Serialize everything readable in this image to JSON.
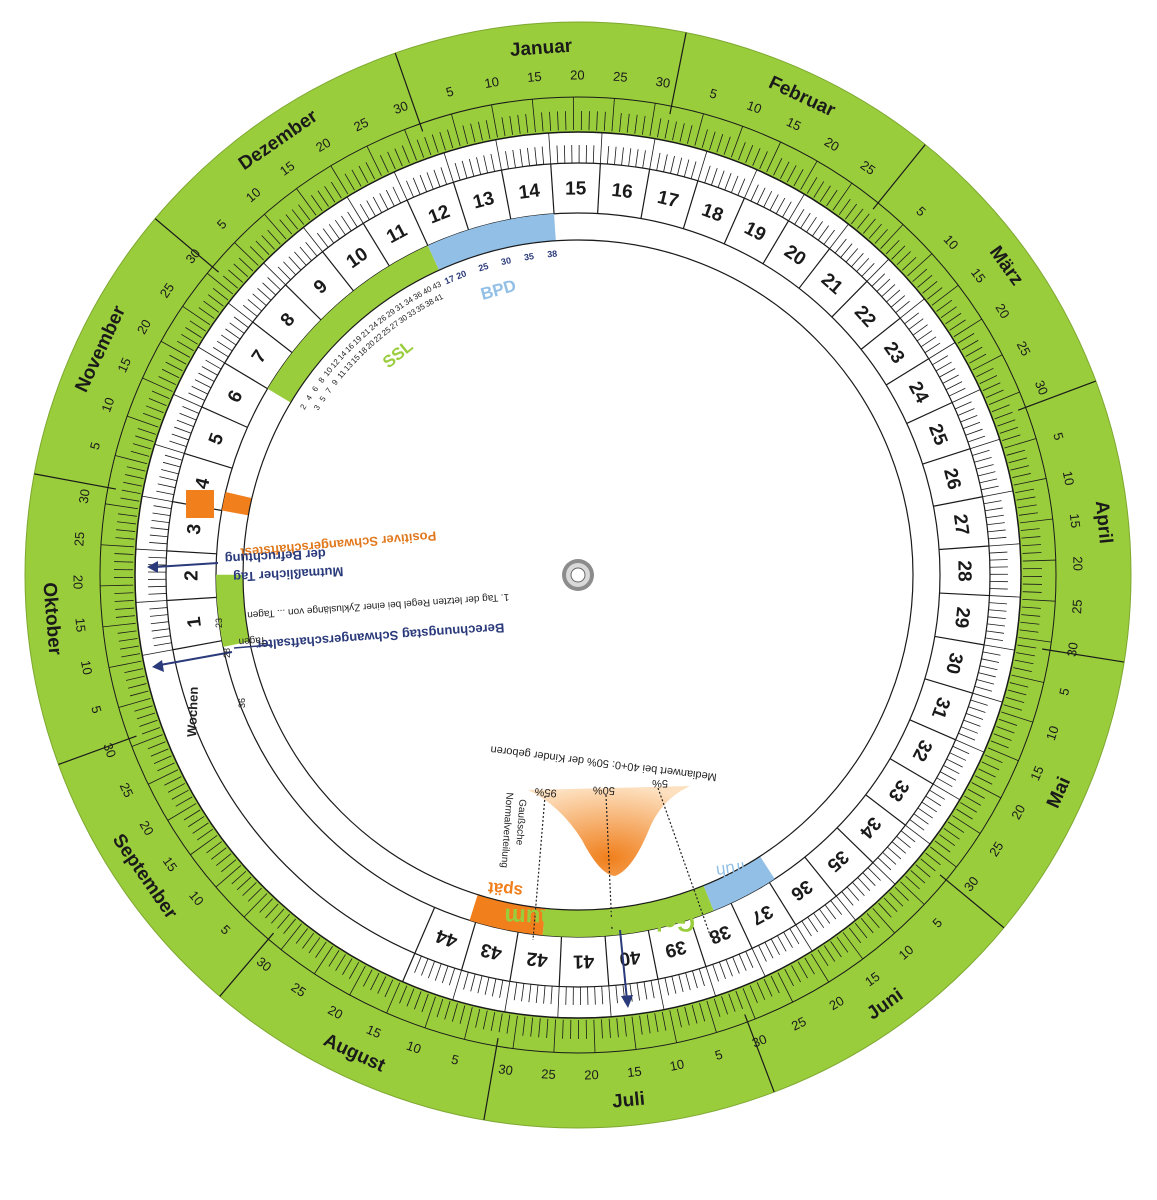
{
  "months": [
    "Januar",
    "Februar",
    "März",
    "April",
    "Mai",
    "Juni",
    "Juli",
    "August",
    "September",
    "Oktober",
    "November",
    "Dezember"
  ],
  "month_day_labels": [
    "5",
    "10",
    "15",
    "20",
    "25",
    "30"
  ],
  "weeks": [
    "1",
    "2",
    "3",
    "4",
    "5",
    "6",
    "7",
    "8",
    "9",
    "10",
    "11",
    "12",
    "13",
    "14",
    "15",
    "16",
    "17",
    "18",
    "19",
    "20",
    "21",
    "22",
    "23",
    "24",
    "25",
    "26",
    "27",
    "28",
    "29",
    "30",
    "31",
    "32",
    "33",
    "34",
    "35",
    "36",
    "37",
    "38",
    "39",
    "40",
    "41",
    "42",
    "43",
    "44"
  ],
  "ssl_label": "SSL",
  "ssl_values_outer": [
    "2",
    "4",
    "6",
    "8",
    "10",
    "12",
    "14",
    "16",
    "19",
    "21",
    "24",
    "26",
    "29",
    "31",
    "34",
    "36",
    "40",
    "43"
  ],
  "ssl_values_inner": [
    "3",
    "5",
    "7",
    "9",
    "11",
    "13",
    "15",
    "18",
    "20",
    "22",
    "25",
    "27",
    "30",
    "33",
    "35",
    "38",
    "41"
  ],
  "bpd_label": "BPD",
  "bpd_values": [
    "17",
    "20",
    "25",
    "30",
    "35",
    "38"
  ],
  "positive_test": "Positiver Schwangerschaftstest",
  "conception_line1": "Mutmaßlicher Tag",
  "conception_line2": "der Befruchtung",
  "calc_day": "Berechnungstag Schwangerschaftsalter",
  "last_period": "1. Tag der letzten Regel bei einer Zykluslänge von ... Tagen",
  "cycle_tagen": "Tagen",
  "cycle_values": [
    "23",
    "28",
    "36"
  ],
  "wochen": "Wochen",
  "median": "Medianwert bei 40+0: 50% der Kinder geboren",
  "pct_95": "95%",
  "pct_50": "50%",
  "pct_5": "5%",
  "gauss_line1": "Gaußsche",
  "gauss_line2": "Normalverteilung",
  "geburt": "Geburtszeitraum",
  "frueh": "früh",
  "spaet": "spät",
  "colors": {
    "green": "#9acd3c",
    "blue": "#92bfe6",
    "orange": "#f07f1c",
    "navy": "#2a3a7a",
    "border": "#1a1a1a"
  }
}
